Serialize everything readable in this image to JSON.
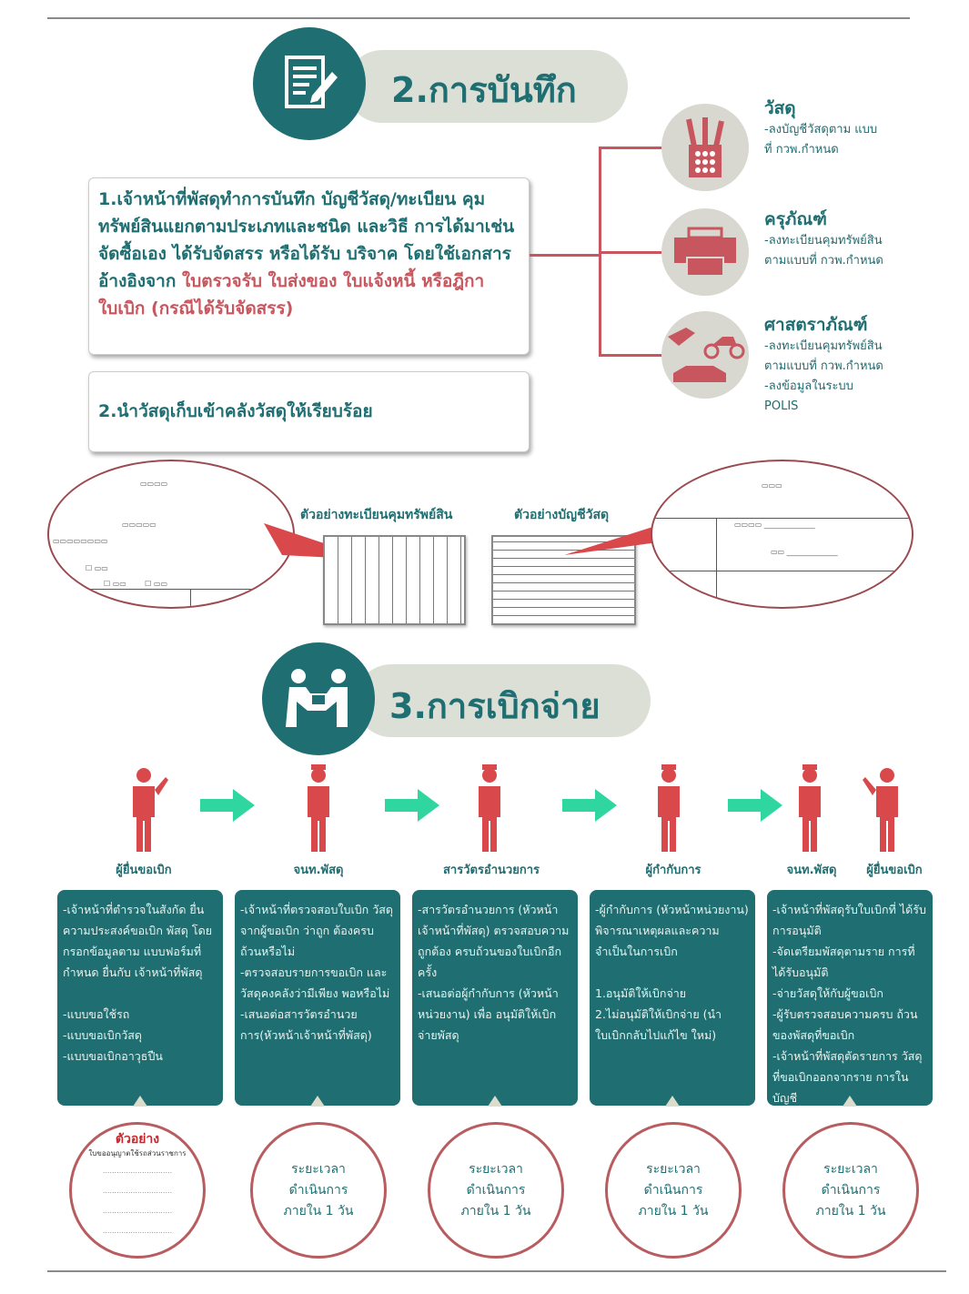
{
  "section2": {
    "title": "2.การบันทึก",
    "step1_teal": "1.เจ้าหน้าที่พัสดุทำการบันทึก บัญชีวัสดุ/ทะเบียน คุมทรัพย์สินแยกตามประเภทและชนิด และวิธี การได้มาเช่น จัดซื้อเอง ได้รับจัดสรร หรือได้รับ บริจาค โดยใช้เอกสารอ้างอิงจาก ",
    "step1_red": "ใบตรวจรับ ใบส่งของ ใบแจ้งหนี้ หรือฎีกาใบเบิก (กรณีได้รับจัดสรร)",
    "step2": "2.นำวัสดุเก็บเข้าคลังวัสดุให้เรียบร้อย",
    "categories": [
      {
        "name": "วัสดุ",
        "desc": "-ลงบัญชีวัสดุตาม แบบที่ กวพ.กำหนด",
        "icon": "pencil-cup-icon"
      },
      {
        "name": "ครุภัณฑ์",
        "desc": "-ลงทะเบียนคุมทรัพย์สินตามแบบที่ กวพ.กำหนด",
        "icon": "printer-icon"
      },
      {
        "name": "ศาสตราภัณฑ์",
        "desc": "-ลงทะเบียนคุมทรัพย์สินตามแบบที่ กวพ.กำหนด",
        "desc2": "-ลงข้อมูลในระบบ POLIS",
        "icon": "weapon-vehicle-icon"
      }
    ],
    "examples": {
      "asset_register": "ตัวอย่างทะเบียนคุมทรัพย์สิน",
      "material_account": "ตัวอย่างบัญชีวัสดุ"
    }
  },
  "section3": {
    "title": "3.การเบิกจ่าย",
    "actors": [
      "ผู้ยื่นขอเบิก",
      "จนท.พัสดุ",
      "สารวัตรอำนวยการ",
      "ผู้กำกับการ",
      "จนท.พัสดุ",
      "ผู้ยื่นขอเบิก"
    ],
    "steps": [
      "-เจ้าหน้าที่ตำรวจในสังกัด ยื่นความประสงค์ขอเบิก พัสดุ โดยกรอกข้อมูลตาม แบบฟอร์มที่กำหนด ยื่นกับ เจ้าหน้าที่พัสดุ\n\n-แบบขอใช้รถ\n-แบบขอเบิกวัสดุ\n-แบบขอเบิกอาวุธปืน",
      "-เจ้าหน้าที่ตรวจสอบใบเบิก วัสดุ จากผู้ขอเบิก ว่าถูก ต้องครบถ้วนหรือไม่\n-ตรวจสอบรายการขอเบิก และวัสดุคงคลังว่ามีเพียง พอหรือไม่\n-เสนอต่อสารวัตรอำนวย การ(หัวหน้าเจ้าหน้าที่พัสดุ)",
      "-สารวัตรอำนวยการ (หัวหน้าเจ้าหน้าที่พัสดุ) ตรวจสอบความถูกต้อง ครบถ้วนของใบเบิกอีกครั้ง\n-เสนอต่อผู้กำกับการ (หัวหน้าหน่วยงาน) เพื่อ อนุมัติให้เบิกจ่ายพัสดุ",
      "-ผู้กำกับการ (หัวหน้าหน่วยงาน) พิจารณาเหตุผลและความ จำเป็นในการเบิก\n\n 1.อนุมัติให้เบิกจ่าย\n 2.ไม่อนุมัติให้เบิกจ่าย (นำใบเบิกกลับไปแก้ไข ใหม่)",
      "-เจ้าหน้าที่พัสดุรับใบเบิกที่ ได้รับการอนุมัติ\n-จัดเตรียมพัสดุตามราย การที่ได้รับอนุมัติ\n-จ่ายวัสดุให้กับผู้ขอเบิก\n-ผู้รับตรวจสอบความครบ ถ้วนของพัสดุที่ขอเบิก\n-เจ้าหน้าที่พัสดุตัดรายการ วัสดุที่ขอเบิกออกจากราย การในบัญชี"
    ],
    "example_title": "ตัวอย่าง",
    "example_subtitle": "ใบขออนุญาตใช้รถส่วนราชการ",
    "duration": "ระยะเวลา\nดำเนินการ\nภายใน 1 วัน"
  },
  "colors": {
    "teal": "#1f6e72",
    "red": "#c8565e",
    "figure": "#d9484b",
    "arrow": "#2fd6a0"
  }
}
